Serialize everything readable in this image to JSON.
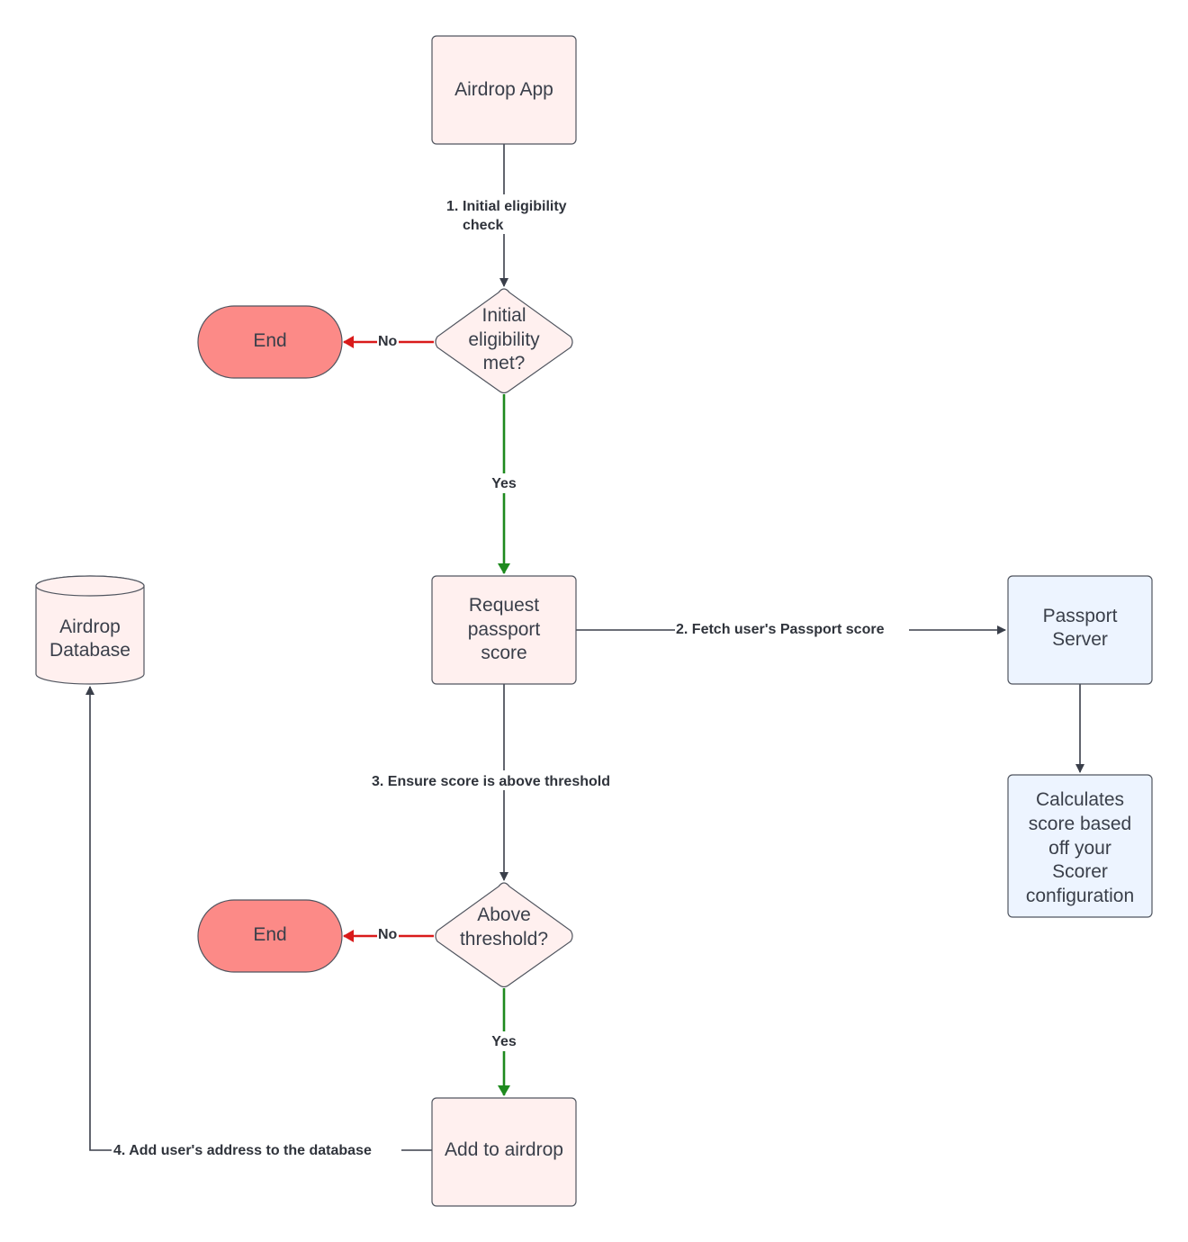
{
  "colors": {
    "process_fill": "#fff0ef",
    "server_fill": "#edf4ff",
    "end_fill": "#fc8a87",
    "yes_edge": "#1e8a1e",
    "no_edge": "#d91a1a",
    "default_edge": "#3a3f4a"
  },
  "nodes": {
    "airdrop_app": {
      "lines": [
        "Airdrop App"
      ]
    },
    "decision_initial": {
      "lines": [
        "Initial",
        "eligibility",
        "met?"
      ]
    },
    "end_1": {
      "lines": [
        "End"
      ]
    },
    "request_score": {
      "lines": [
        "Request",
        "passport",
        "score"
      ]
    },
    "passport_server": {
      "lines": [
        "Passport",
        "Server"
      ]
    },
    "calculates": {
      "lines": [
        "Calculates",
        "score based",
        "off your",
        "Scorer",
        "configuration"
      ]
    },
    "airdrop_database": {
      "lines": [
        "Airdrop",
        "Database"
      ]
    },
    "decision_threshold": {
      "lines": [
        "Above",
        "threshold?"
      ]
    },
    "end_2": {
      "lines": [
        "End"
      ]
    },
    "add_to_airdrop": {
      "lines": [
        "Add to airdrop"
      ]
    }
  },
  "edges": {
    "initial_check": {
      "number": "1.",
      "label_lines": [
        "Initial eligibility",
        "check"
      ]
    },
    "no_1": {
      "label": "No"
    },
    "yes_1": {
      "label": "Yes"
    },
    "fetch_score": {
      "label": "2. Fetch user's Passport score"
    },
    "ensure_threshold": {
      "label": "3. Ensure score is above threshold"
    },
    "no_2": {
      "label": "No"
    },
    "yes_2": {
      "label": "Yes"
    },
    "add_address": {
      "label": "4. Add user's address to the database"
    }
  }
}
